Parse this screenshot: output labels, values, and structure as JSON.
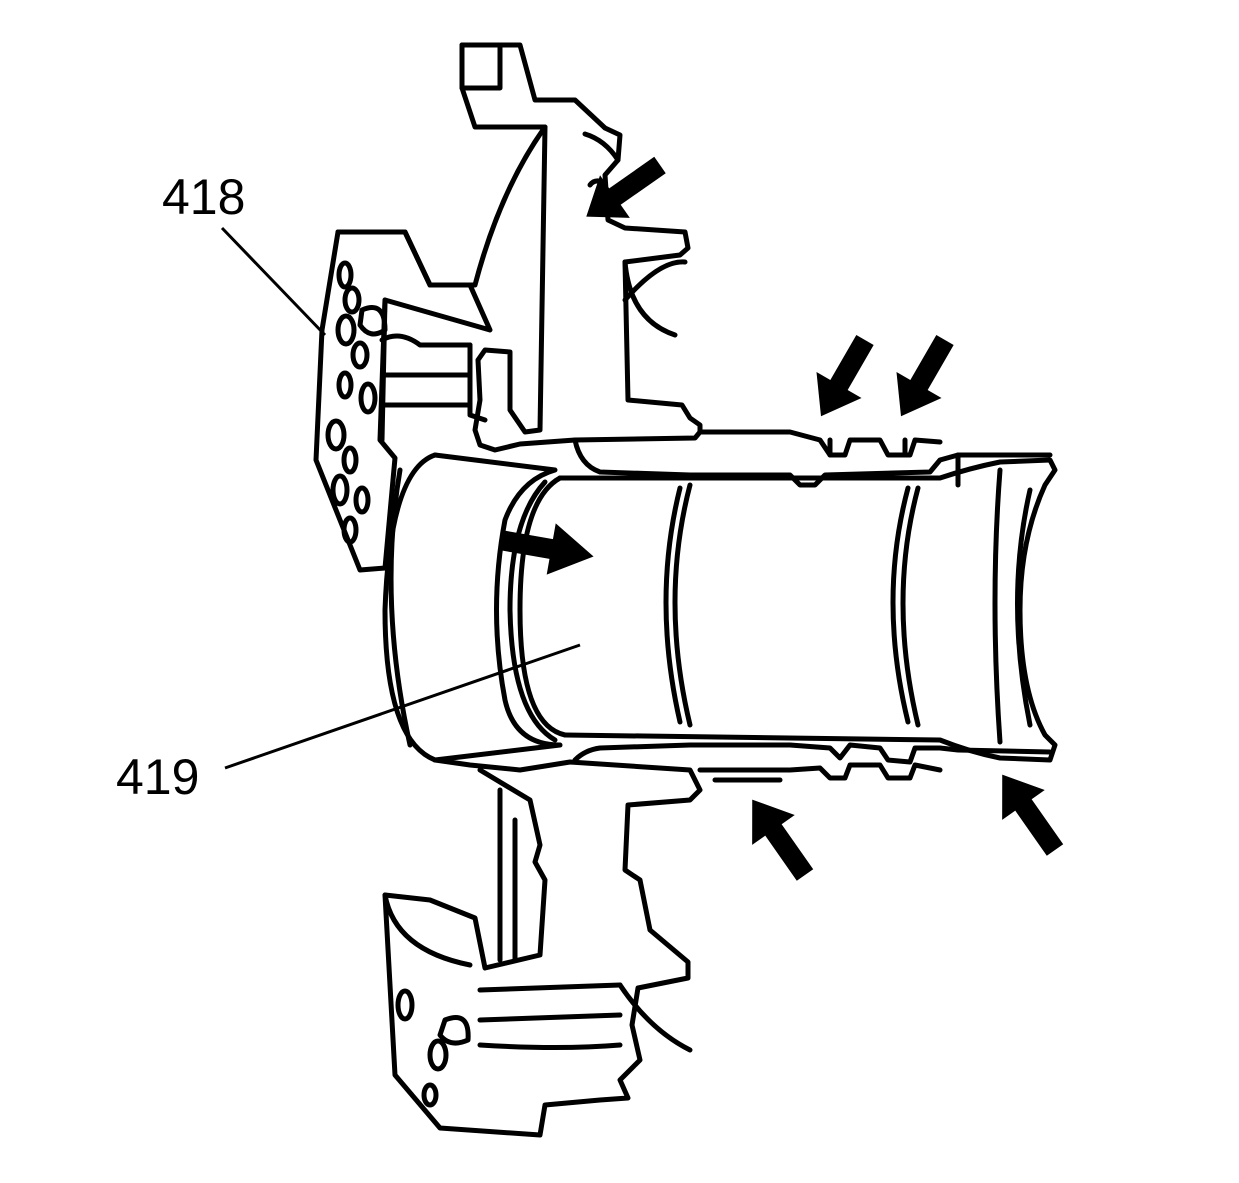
{
  "diagram": {
    "callouts": [
      {
        "id": "418",
        "text": "418"
      },
      {
        "id": "419",
        "text": "419"
      }
    ],
    "colors": {
      "stroke": "#000000",
      "fill": "#ffffff",
      "arrow": "#000000"
    }
  }
}
